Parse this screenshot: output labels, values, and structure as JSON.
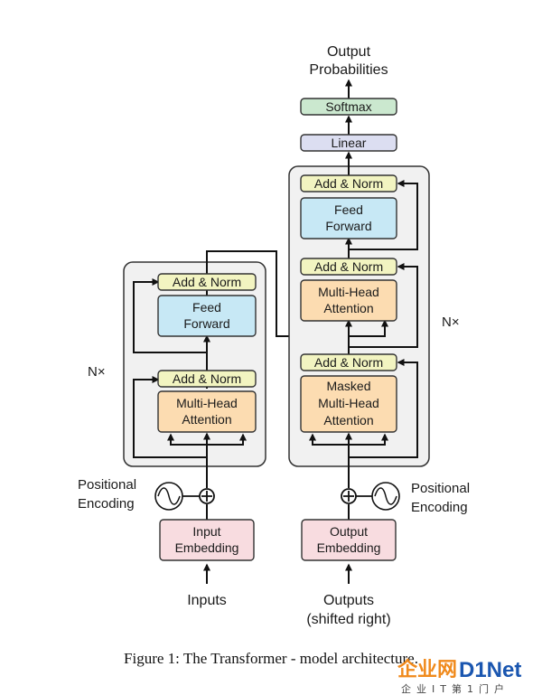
{
  "encoder": {
    "add_norm_top": "Add & Norm",
    "ffn_line1": "Feed",
    "ffn_line2": "Forward",
    "add_norm_bottom": "Add & Norm",
    "mha_line1": "Multi-Head",
    "mha_line2": "Attention",
    "repeat": "N×",
    "embedding_line1": "Input",
    "embedding_line2": "Embedding",
    "pos_line1": "Positional",
    "pos_line2": "Encoding",
    "input_label": "Inputs"
  },
  "decoder": {
    "output_line1": "Output",
    "output_line2": "Probabilities",
    "softmax": "Softmax",
    "linear": "Linear",
    "add_norm_3": "Add & Norm",
    "ffn_line1": "Feed",
    "ffn_line2": "Forward",
    "add_norm_2": "Add & Norm",
    "mha_line1": "Multi-Head",
    "mha_line2": "Attention",
    "add_norm_1": "Add & Norm",
    "masked_line1": "Masked",
    "masked_line2": "Multi-Head",
    "masked_line3": "Attention",
    "repeat": "N×",
    "embedding_line1": "Output",
    "embedding_line2": "Embedding",
    "pos_line1": "Positional",
    "pos_line2": "Encoding",
    "input_line1": "Outputs",
    "input_line2": "(shifted right)"
  },
  "caption": "Figure 1: The Transformer - model architecture.",
  "watermark": {
    "brand_cn": "企业网",
    "brand_en": "D1Net",
    "tagline": "企业IT第1门户"
  },
  "colors": {
    "add_norm": "#f2f4c1",
    "feed_forward": "#c7e8f5",
    "attention": "#fcdcb1",
    "embedding": "#f8dce0",
    "linear": "#dcdef1",
    "softmax": "#cbe8cf",
    "layer_bg": "#f1f1f1",
    "watermark_orange": "#f08a1c",
    "watermark_blue": "#1a56b0"
  }
}
